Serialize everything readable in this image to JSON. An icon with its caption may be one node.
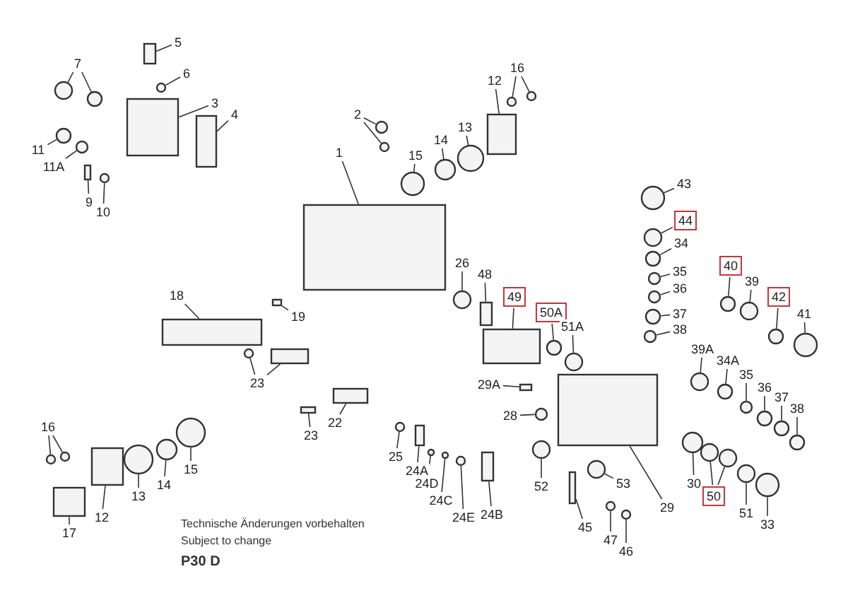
{
  "diagram": {
    "nodes": [
      {
        "text": [
          "7"
        ]
      },
      {
        "text": [
          "5"
        ]
      },
      {
        "text": [
          "6"
        ]
      },
      {
        "text": [
          "3"
        ]
      },
      {
        "text": [
          "4"
        ]
      },
      {
        "text": [
          "11"
        ]
      },
      {
        "text": [
          "11A"
        ]
      },
      {
        "text": [
          "9"
        ]
      },
      {
        "text": [
          "10"
        ]
      },
      {
        "text": [
          "2"
        ]
      },
      {
        "text": [
          "1"
        ]
      },
      {
        "text": [
          "15"
        ]
      },
      {
        "text": [
          "14"
        ]
      },
      {
        "text": [
          "13"
        ]
      },
      {
        "text": [
          "12"
        ]
      },
      {
        "text": [
          "16"
        ]
      },
      {
        "text": [
          "43"
        ]
      },
      {
        "text": [
          "44"
        ]
      },
      {
        "text": [
          "34"
        ]
      },
      {
        "text": [
          "35"
        ]
      },
      {
        "text": [
          "36"
        ]
      },
      {
        "text": [
          "37"
        ]
      },
      {
        "text": [
          "38"
        ]
      },
      {
        "text": [
          "40"
        ]
      },
      {
        "text": [
          "39"
        ]
      },
      {
        "text": [
          "42"
        ]
      },
      {
        "text": [
          "41"
        ]
      },
      {
        "text": [
          "26"
        ]
      },
      {
        "text": [
          "48"
        ]
      },
      {
        "text": [
          "49"
        ]
      },
      {
        "text": [
          "50A"
        ]
      },
      {
        "text": [
          "51A"
        ]
      },
      {
        "text": [
          "18"
        ]
      },
      {
        "text": [
          "19"
        ]
      },
      {
        "text": [
          "23"
        ]
      },
      {
        "text": [
          "23"
        ]
      },
      {
        "text": [
          "22"
        ]
      },
      {
        "text": [
          "29A"
        ]
      },
      {
        "text": [
          "28"
        ]
      },
      {
        "text": [
          "39A"
        ]
      },
      {
        "text": [
          "34A"
        ]
      },
      {
        "text": [
          "35"
        ]
      },
      {
        "text": [
          "36"
        ]
      },
      {
        "text": [
          "37"
        ]
      },
      {
        "text": [
          "38"
        ]
      },
      {
        "text": [
          "16"
        ]
      },
      {
        "text": [
          "25"
        ]
      },
      {
        "text": [
          "24A"
        ]
      },
      {
        "text": [
          "13"
        ]
      },
      {
        "text": [
          "14"
        ]
      },
      {
        "text": [
          "15"
        ]
      },
      {
        "text": [
          "24D"
        ]
      },
      {
        "text": [
          "24C"
        ]
      },
      {
        "text": [
          "24E"
        ]
      },
      {
        "text": [
          "24B"
        ]
      },
      {
        "text": [
          "30"
        ]
      },
      {
        "text": [
          "50"
        ]
      },
      {
        "text": [
          "51"
        ]
      },
      {
        "text": [
          "33"
        ]
      },
      {
        "text": [
          "52"
        ]
      },
      {
        "text": [
          "53"
        ]
      },
      {
        "text": [
          "29"
        ]
      },
      {
        "text": [
          "45"
        ]
      },
      {
        "text": [
          "47"
        ]
      },
      {
        "text": [
          "46"
        ]
      },
      {
        "text": [
          "17"
        ]
      },
      {
        "text": [
          "12"
        ]
      },
      {
        "text": [],
        "shape": "circle"
      },
      {
        "text": [],
        "shape": "circle"
      },
      {
        "text": [],
        "shape": "box"
      },
      {
        "text": [],
        "shape": "circle"
      },
      {
        "text": [],
        "shape": "box"
      },
      {
        "text": [],
        "shape": "box"
      },
      {
        "text": [],
        "shape": "circle"
      },
      {
        "text": [],
        "shape": "circle"
      },
      {
        "text": [],
        "shape": "box"
      },
      {
        "text": [],
        "shape": "circle"
      },
      {
        "text": [],
        "shape": "circle"
      },
      {
        "text": [],
        "shape": "circle"
      },
      {
        "text": [],
        "shape": "box"
      },
      {
        "text": [],
        "shape": "circle"
      },
      {
        "text": [],
        "shape": "circle"
      },
      {
        "text": [],
        "shape": "circle"
      },
      {
        "text": [],
        "shape": "box"
      },
      {
        "text": [],
        "shape": "circle"
      },
      {
        "text": [],
        "shape": "circle"
      },
      {
        "text": [],
        "shape": "circle"
      },
      {
        "text": [],
        "shape": "circle"
      },
      {
        "text": [],
        "shape": "circle"
      },
      {
        "text": [],
        "shape": "circle"
      },
      {
        "text": [],
        "shape": "circle"
      },
      {
        "text": [],
        "shape": "circle"
      },
      {
        "text": [],
        "shape": "circle"
      },
      {
        "text": [],
        "shape": "circle"
      },
      {
        "text": [],
        "shape": "circle"
      },
      {
        "text": [],
        "shape": "circle"
      },
      {
        "text": [],
        "shape": "circle"
      },
      {
        "text": [],
        "shape": "circle"
      },
      {
        "text": [],
        "shape": "box"
      },
      {
        "text": [],
        "shape": "box"
      },
      {
        "text": [],
        "shape": "circle"
      },
      {
        "text": [],
        "shape": "circle"
      },
      {
        "text": [],
        "shape": "box"
      },
      {
        "text": [],
        "shape": "box"
      },
      {
        "text": [],
        "shape": "circle"
      },
      {
        "text": [],
        "shape": "box"
      },
      {
        "text": [],
        "shape": "box"
      },
      {
        "text": [],
        "shape": "box"
      },
      {
        "text": [],
        "shape": "box"
      },
      {
        "text": [],
        "shape": "circle"
      },
      {
        "text": [],
        "shape": "circle"
      },
      {
        "text": [],
        "shape": "circle"
      },
      {
        "text": [],
        "shape": "circle"
      },
      {
        "text": [],
        "shape": "circle"
      },
      {
        "text": [],
        "shape": "circle"
      },
      {
        "text": [],
        "shape": "circle"
      },
      {
        "text": [],
        "shape": "circle"
      },
      {
        "text": [],
        "shape": "circle"
      },
      {
        "text": [],
        "shape": "circle"
      },
      {
        "text": [],
        "shape": "box"
      },
      {
        "text": [],
        "shape": "circle"
      },
      {
        "text": [],
        "shape": "circle"
      },
      {
        "text": [],
        "shape": "circle"
      },
      {
        "text": [],
        "shape": "circle"
      },
      {
        "text": [],
        "shape": "circle"
      },
      {
        "text": [],
        "shape": "circle"
      },
      {
        "text": [],
        "shape": "box"
      },
      {
        "text": [],
        "shape": "circle"
      },
      {
        "text": [],
        "shape": "circle"
      },
      {
        "text": [],
        "shape": "circle"
      },
      {
        "text": [],
        "shape": "circle"
      },
      {
        "text": [],
        "shape": "circle"
      },
      {
        "text": [],
        "shape": "circle"
      },
      {
        "text": [],
        "shape": "circle"
      },
      {
        "text": [],
        "shape": "box"
      },
      {
        "text": [],
        "shape": "box"
      },
      {
        "text": [],
        "shape": "circle"
      },
      {
        "text": [],
        "shape": "circle"
      },
      {
        "text": [],
        "shape": "box"
      },
      {
        "text": [],
        "shape": "box"
      }
    ],
    "edges": [
      {
        "from": 0,
        "to": 67,
        "arrow": "none"
      },
      {
        "from": 0,
        "to": 68,
        "arrow": "none"
      },
      {
        "from": 1,
        "to": 69,
        "arrow": "none"
      },
      {
        "from": 2,
        "to": 70,
        "arrow": "none"
      },
      {
        "from": 3,
        "to": 71,
        "arrow": "none"
      },
      {
        "from": 4,
        "to": 72,
        "arrow": "none"
      },
      {
        "from": 5,
        "to": 73,
        "arrow": "none"
      },
      {
        "from": 6,
        "to": 74,
        "arrow": "none"
      },
      {
        "from": 7,
        "to": 75,
        "arrow": "none"
      },
      {
        "from": 8,
        "to": 76,
        "arrow": "none"
      },
      {
        "from": 9,
        "to": 77,
        "arrow": "none"
      },
      {
        "from": 9,
        "to": 78,
        "arrow": "none"
      },
      {
        "from": 10,
        "to": 79,
        "arrow": "none"
      },
      {
        "from": 11,
        "to": 80,
        "arrow": "none"
      },
      {
        "from": 12,
        "to": 81,
        "arrow": "none"
      },
      {
        "from": 13,
        "to": 82,
        "arrow": "none"
      },
      {
        "from": 14,
        "to": 83,
        "arrow": "none"
      },
      {
        "from": 15,
        "to": 84,
        "arrow": "none"
      },
      {
        "from": 15,
        "to": 85,
        "arrow": "none"
      },
      {
        "from": 16,
        "to": 86,
        "arrow": "none"
      },
      {
        "from": 17,
        "to": 87,
        "arrow": "none"
      },
      {
        "from": 18,
        "to": 88,
        "arrow": "none"
      },
      {
        "from": 19,
        "to": 89,
        "arrow": "none"
      },
      {
        "from": 20,
        "to": 90,
        "arrow": "none"
      },
      {
        "from": 21,
        "to": 91,
        "arrow": "none"
      },
      {
        "from": 22,
        "to": 92,
        "arrow": "none"
      },
      {
        "from": 23,
        "to": 93,
        "arrow": "none"
      },
      {
        "from": 24,
        "to": 94,
        "arrow": "none"
      },
      {
        "from": 25,
        "to": 95,
        "arrow": "none"
      },
      {
        "from": 26,
        "to": 96,
        "arrow": "none"
      },
      {
        "from": 27,
        "to": 97,
        "arrow": "none"
      },
      {
        "from": 28,
        "to": 98,
        "arrow": "none"
      },
      {
        "from": 29,
        "to": 99,
        "arrow": "none"
      },
      {
        "from": 30,
        "to": 100,
        "arrow": "none"
      },
      {
        "from": 31,
        "to": 101,
        "arrow": "none"
      },
      {
        "from": 32,
        "to": 102,
        "arrow": "none"
      },
      {
        "from": 33,
        "to": 103,
        "arrow": "none"
      },
      {
        "from": 34,
        "to": 104,
        "arrow": "none"
      },
      {
        "from": 34,
        "to": 105,
        "arrow": "none"
      },
      {
        "from": 35,
        "to": 106,
        "arrow": "none"
      },
      {
        "from": 36,
        "to": 107,
        "arrow": "none"
      },
      {
        "from": 37,
        "to": 108,
        "arrow": "none"
      },
      {
        "from": 38,
        "to": 109,
        "arrow": "none"
      },
      {
        "from": 39,
        "to": 110,
        "arrow": "none"
      },
      {
        "from": 40,
        "to": 111,
        "arrow": "none"
      },
      {
        "from": 41,
        "to": 112,
        "arrow": "none"
      },
      {
        "from": 42,
        "to": 113,
        "arrow": "none"
      },
      {
        "from": 43,
        "to": 114,
        "arrow": "none"
      },
      {
        "from": 44,
        "to": 115,
        "arrow": "none"
      },
      {
        "from": 45,
        "to": 116,
        "arrow": "none"
      },
      {
        "from": 45,
        "to": 117,
        "arrow": "none"
      },
      {
        "from": 46,
        "to": 118,
        "arrow": "none"
      },
      {
        "from": 47,
        "to": 119,
        "arrow": "none"
      },
      {
        "from": 48,
        "to": 120,
        "arrow": "none"
      },
      {
        "from": 49,
        "to": 121,
        "arrow": "none"
      },
      {
        "from": 50,
        "to": 122,
        "arrow": "none"
      },
      {
        "from": 51,
        "to": 123,
        "arrow": "none"
      },
      {
        "from": 52,
        "to": 124,
        "arrow": "none"
      },
      {
        "from": 53,
        "to": 125,
        "arrow": "none"
      },
      {
        "from": 54,
        "to": 126,
        "arrow": "none"
      },
      {
        "from": 55,
        "to": 127,
        "arrow": "none"
      },
      {
        "from": 56,
        "to": 128,
        "arrow": "none"
      },
      {
        "from": 56,
        "to": 129,
        "arrow": "none"
      },
      {
        "from": 57,
        "to": 130,
        "arrow": "none"
      },
      {
        "from": 58,
        "to": 131,
        "arrow": "none"
      },
      {
        "from": 59,
        "to": 132,
        "arrow": "none"
      },
      {
        "from": 60,
        "to": 133,
        "arrow": "none"
      },
      {
        "from": 61,
        "to": 134,
        "arrow": "none"
      },
      {
        "from": 62,
        "to": 135,
        "arrow": "none"
      },
      {
        "from": 63,
        "to": 136,
        "arrow": "none"
      },
      {
        "from": 64,
        "to": 137,
        "arrow": "none"
      },
      {
        "from": 65,
        "to": 138,
        "arrow": "none"
      },
      {
        "from": 66,
        "to": 139,
        "arrow": "none"
      }
    ],
    "labels": [
      "Technische Änderungen vorbehalten",
      "Subject to change",
      "P30 D"
    ]
  }
}
